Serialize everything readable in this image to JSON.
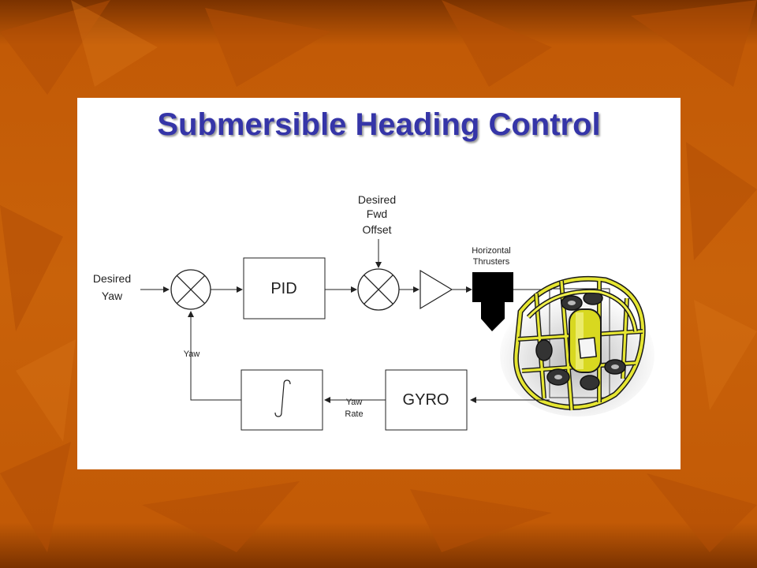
{
  "slide": {
    "title": "Submersible Heading Control"
  },
  "diagram": {
    "input_label_line1": "Desired",
    "input_label_line2": "Yaw",
    "pid_label": "PID",
    "offset_label_line1": "Desired",
    "offset_label_line2": "Fwd",
    "offset_label_line3": "Offset",
    "thrusters_label_line1": "Horizontal",
    "thrusters_label_line2": "Thrusters",
    "gyro_label": "GYRO",
    "yaw_rate_label_line1": "Yaw",
    "yaw_rate_label_line2": "Rate",
    "yaw_label": "Yaw",
    "accent_colors": {
      "title": "#3535a8",
      "vehicle_frame": "#e6e632",
      "background": "#c9620a"
    }
  }
}
